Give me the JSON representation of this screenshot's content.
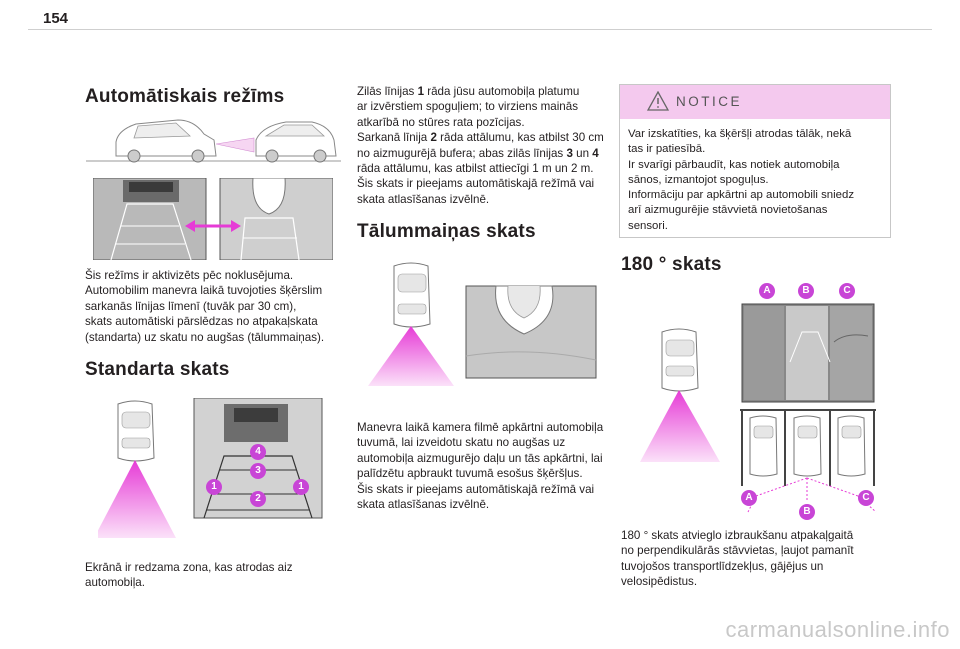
{
  "page": {
    "number": "154"
  },
  "col1": {
    "heading_auto": "Automātiskais režīms",
    "auto_text": [
      "Šis režīms ir aktivizēts pēc noklusējuma.",
      "Automobilim manevra laikā tuvojoties šķērslim",
      "sarkanās līnijas līmenī (tuvāk par 30 cm),",
      "skats automātiski pārslēdzas no atpakaļskata",
      "(standarta) uz skatu no augšas (tālummaiņas)."
    ],
    "heading_standard": "Standarta skats",
    "standard_badges": [
      "4",
      "3",
      "1",
      "2",
      "1"
    ],
    "standard_text": [
      "Ekrānā ir redzama zona, kas atrodas aiz",
      "automobiļa."
    ]
  },
  "col2": {
    "lines_text": [
      {
        "pre": "Zilās līnijas ",
        "bold": "1",
        "post": " rāda jūsu automobiļa platumu"
      },
      {
        "pre": "ar izvērstiem spoguļiem; to virziens mainās",
        "bold": "",
        "post": ""
      },
      {
        "pre": "atkarībā no stūres rata pozīcijas.",
        "bold": "",
        "post": ""
      },
      {
        "pre": "Sarkanā līnija ",
        "bold": "2",
        "post": " rāda attālumu, kas atbilst 30 cm"
      },
      {
        "pre": "no aizmugurējā bufera; abas zilās līnijas ",
        "bold": "3",
        "post": " un ",
        "bold2": "4"
      },
      {
        "pre": "rāda attālumu, kas atbilst attiecīgi 1 m un 2 m.",
        "bold": "",
        "post": ""
      },
      {
        "pre": "Šis skats ir pieejams automātiskajā režīmā vai",
        "bold": "",
        "post": ""
      },
      {
        "pre": "skata atlasīšanas izvēlnē.",
        "bold": "",
        "post": ""
      }
    ],
    "heading_zoom": "Tālummaiņas skats",
    "zoom_text": [
      "Manevra laikā kamera filmē apkārtni automobiļa",
      "tuvumā, lai izveidotu skatu no augšas uz",
      "automobiļa aizmugurējo daļu un tās apkārtni, lai",
      "palīdzētu apbraukt tuvumā esošus šķēršļus.",
      "Šis skats ir pieejams automātiskajā režīmā vai",
      "skata atlasīšanas izvēlnē."
    ]
  },
  "col3": {
    "notice_title": "NOTICE",
    "notice_text": [
      "Var izskatīties, ka šķēršļi atrodas tālāk, nekā",
      "tas ir patiesībā.",
      "Ir svarīgi pārbaudīt, kas notiek automobiļa",
      "sānos, izmantojot spoguļus.",
      "Informāciju par apkārtni ap automobili sniedz",
      "arī aizmugurējie stāvvietā novietošanas",
      "sensori."
    ],
    "heading_180": "180 ° skats",
    "badges_top": [
      "A",
      "B",
      "C"
    ],
    "badges_bottom": [
      "A",
      "B",
      "C"
    ],
    "text_180": [
      "180 ° skats atvieglo izbraukšanu atpakaļgaitā",
      "no perpendikulārās stāvvietas, ļaujot pamanīt",
      "tuvojošos transportlīdzekļus, gājējus un",
      "velosipēdistus."
    ]
  },
  "footer": {
    "watermark": "carmanualsonline.info"
  },
  "colors": {
    "accent_pink": "#e63bd6",
    "notice_bg": "#f4c9ee",
    "badge_purple": "#c845d6"
  }
}
